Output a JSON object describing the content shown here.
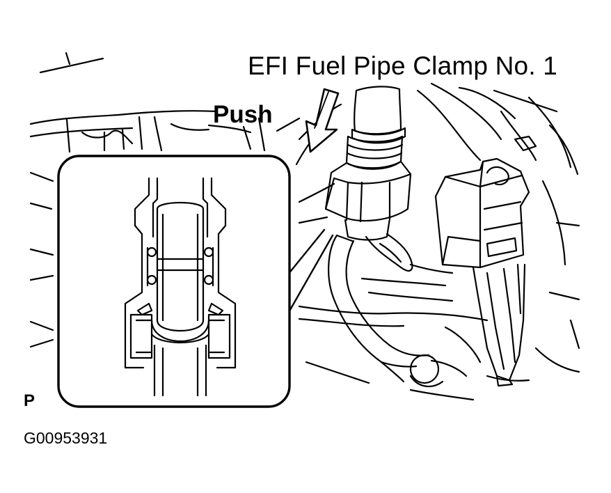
{
  "labels": {
    "title": "EFI Fuel Pipe Clamp No. 1",
    "push": "Push",
    "view_code": "P",
    "figure_id": "G00953931"
  },
  "colors": {
    "ink": "#000000",
    "paper": "#ffffff"
  }
}
